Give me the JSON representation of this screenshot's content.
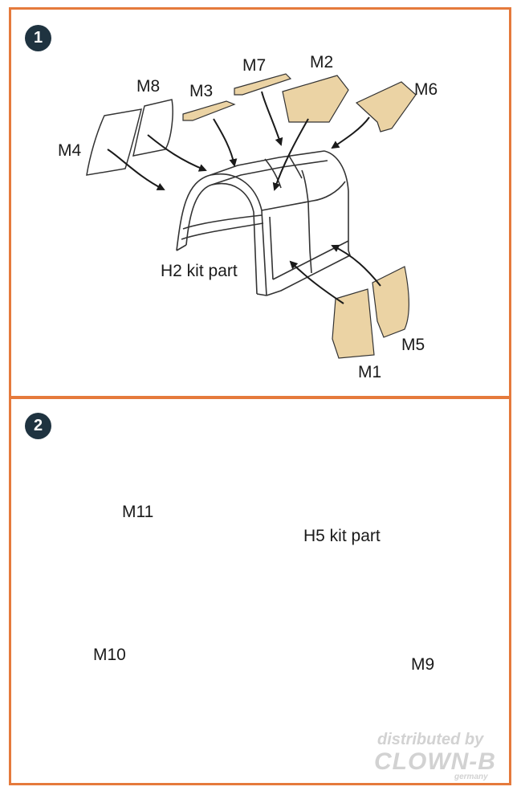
{
  "colors": {
    "border": "#e57a3c",
    "badge": "#1f3340",
    "mask_fill": "#ebd3a4",
    "ink": "#1a1a1a"
  },
  "step1": {
    "number": "1",
    "labels": {
      "m8": "M8",
      "m7": "M7",
      "m2": "M2",
      "m3": "M3",
      "m6": "M6",
      "m4": "M4",
      "kit_part": "H2 kit part",
      "m5": "M5",
      "m1": "M1"
    }
  },
  "step2": {
    "number": "2",
    "labels": {
      "m11": "M11",
      "kit_part": "H5 kit part",
      "m10": "M10",
      "m9": "M9"
    }
  },
  "watermark": {
    "line1": "distributed by",
    "line2": "CLOWN-B",
    "line3": "germany"
  }
}
